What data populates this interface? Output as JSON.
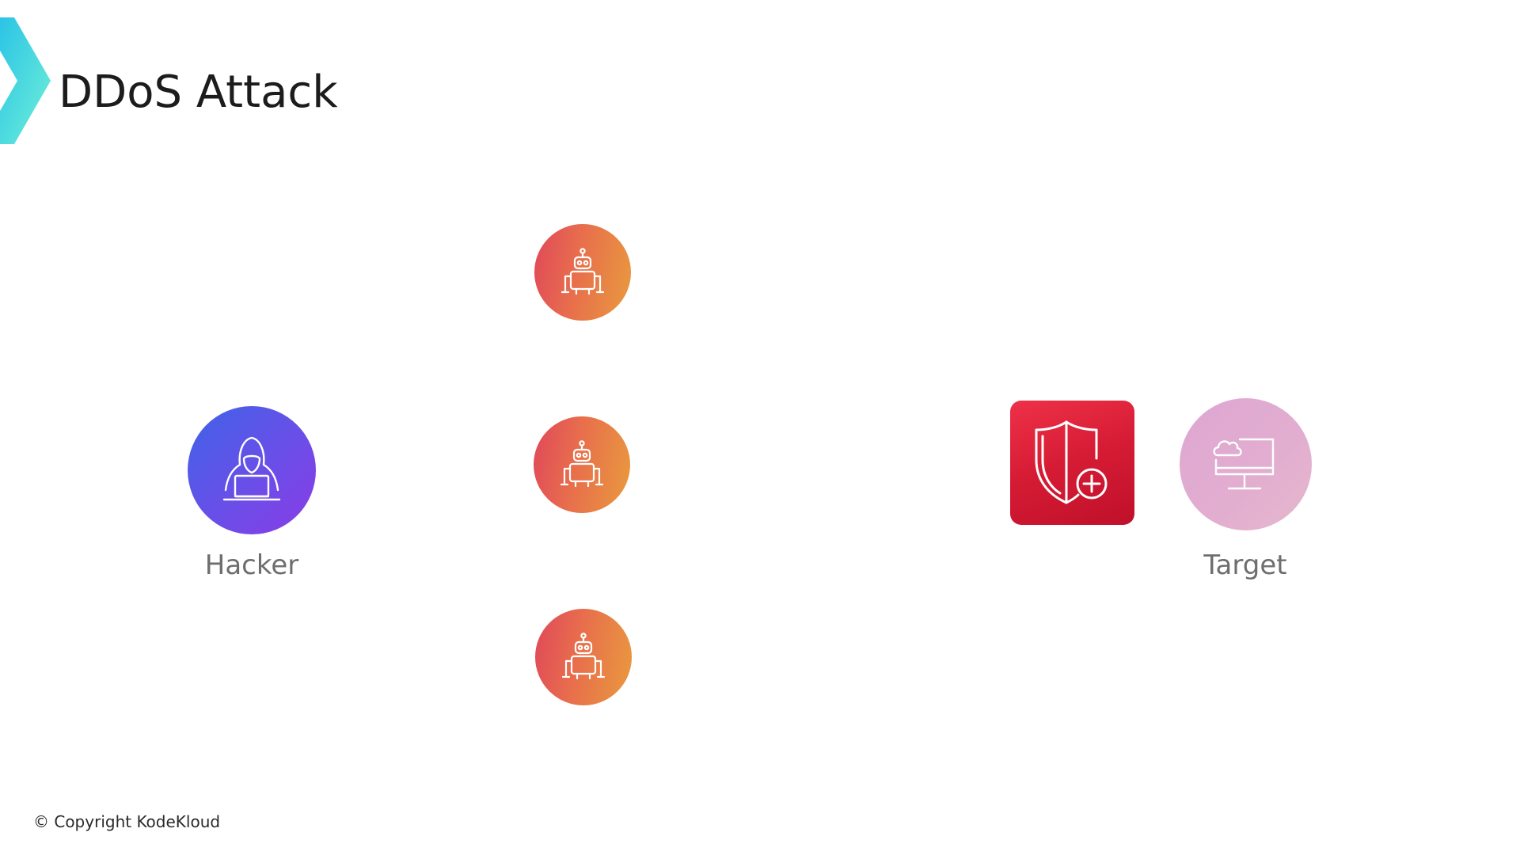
{
  "slide": {
    "title": "DDoS Attack",
    "copyright": "© Copyright KodeKloud"
  },
  "nodes": {
    "hacker": {
      "label": "Hacker",
      "icon": "hacker-laptop-icon",
      "color": "#5a57e8"
    },
    "bots": [
      {
        "icon": "robot-icon",
        "color": "#e8714c"
      },
      {
        "icon": "robot-icon",
        "color": "#e8714c"
      },
      {
        "icon": "robot-icon",
        "color": "#e8714c"
      }
    ],
    "shield": {
      "icon": "shield-plus-icon",
      "color": "#d51b34"
    },
    "target": {
      "label": "Target",
      "icon": "cloud-monitor-icon",
      "color": "#e2aed0"
    }
  },
  "colors": {
    "brand_accent": "#3fd8d8",
    "title_text": "#1c1c1c",
    "label_text": "#6e6e6e"
  }
}
